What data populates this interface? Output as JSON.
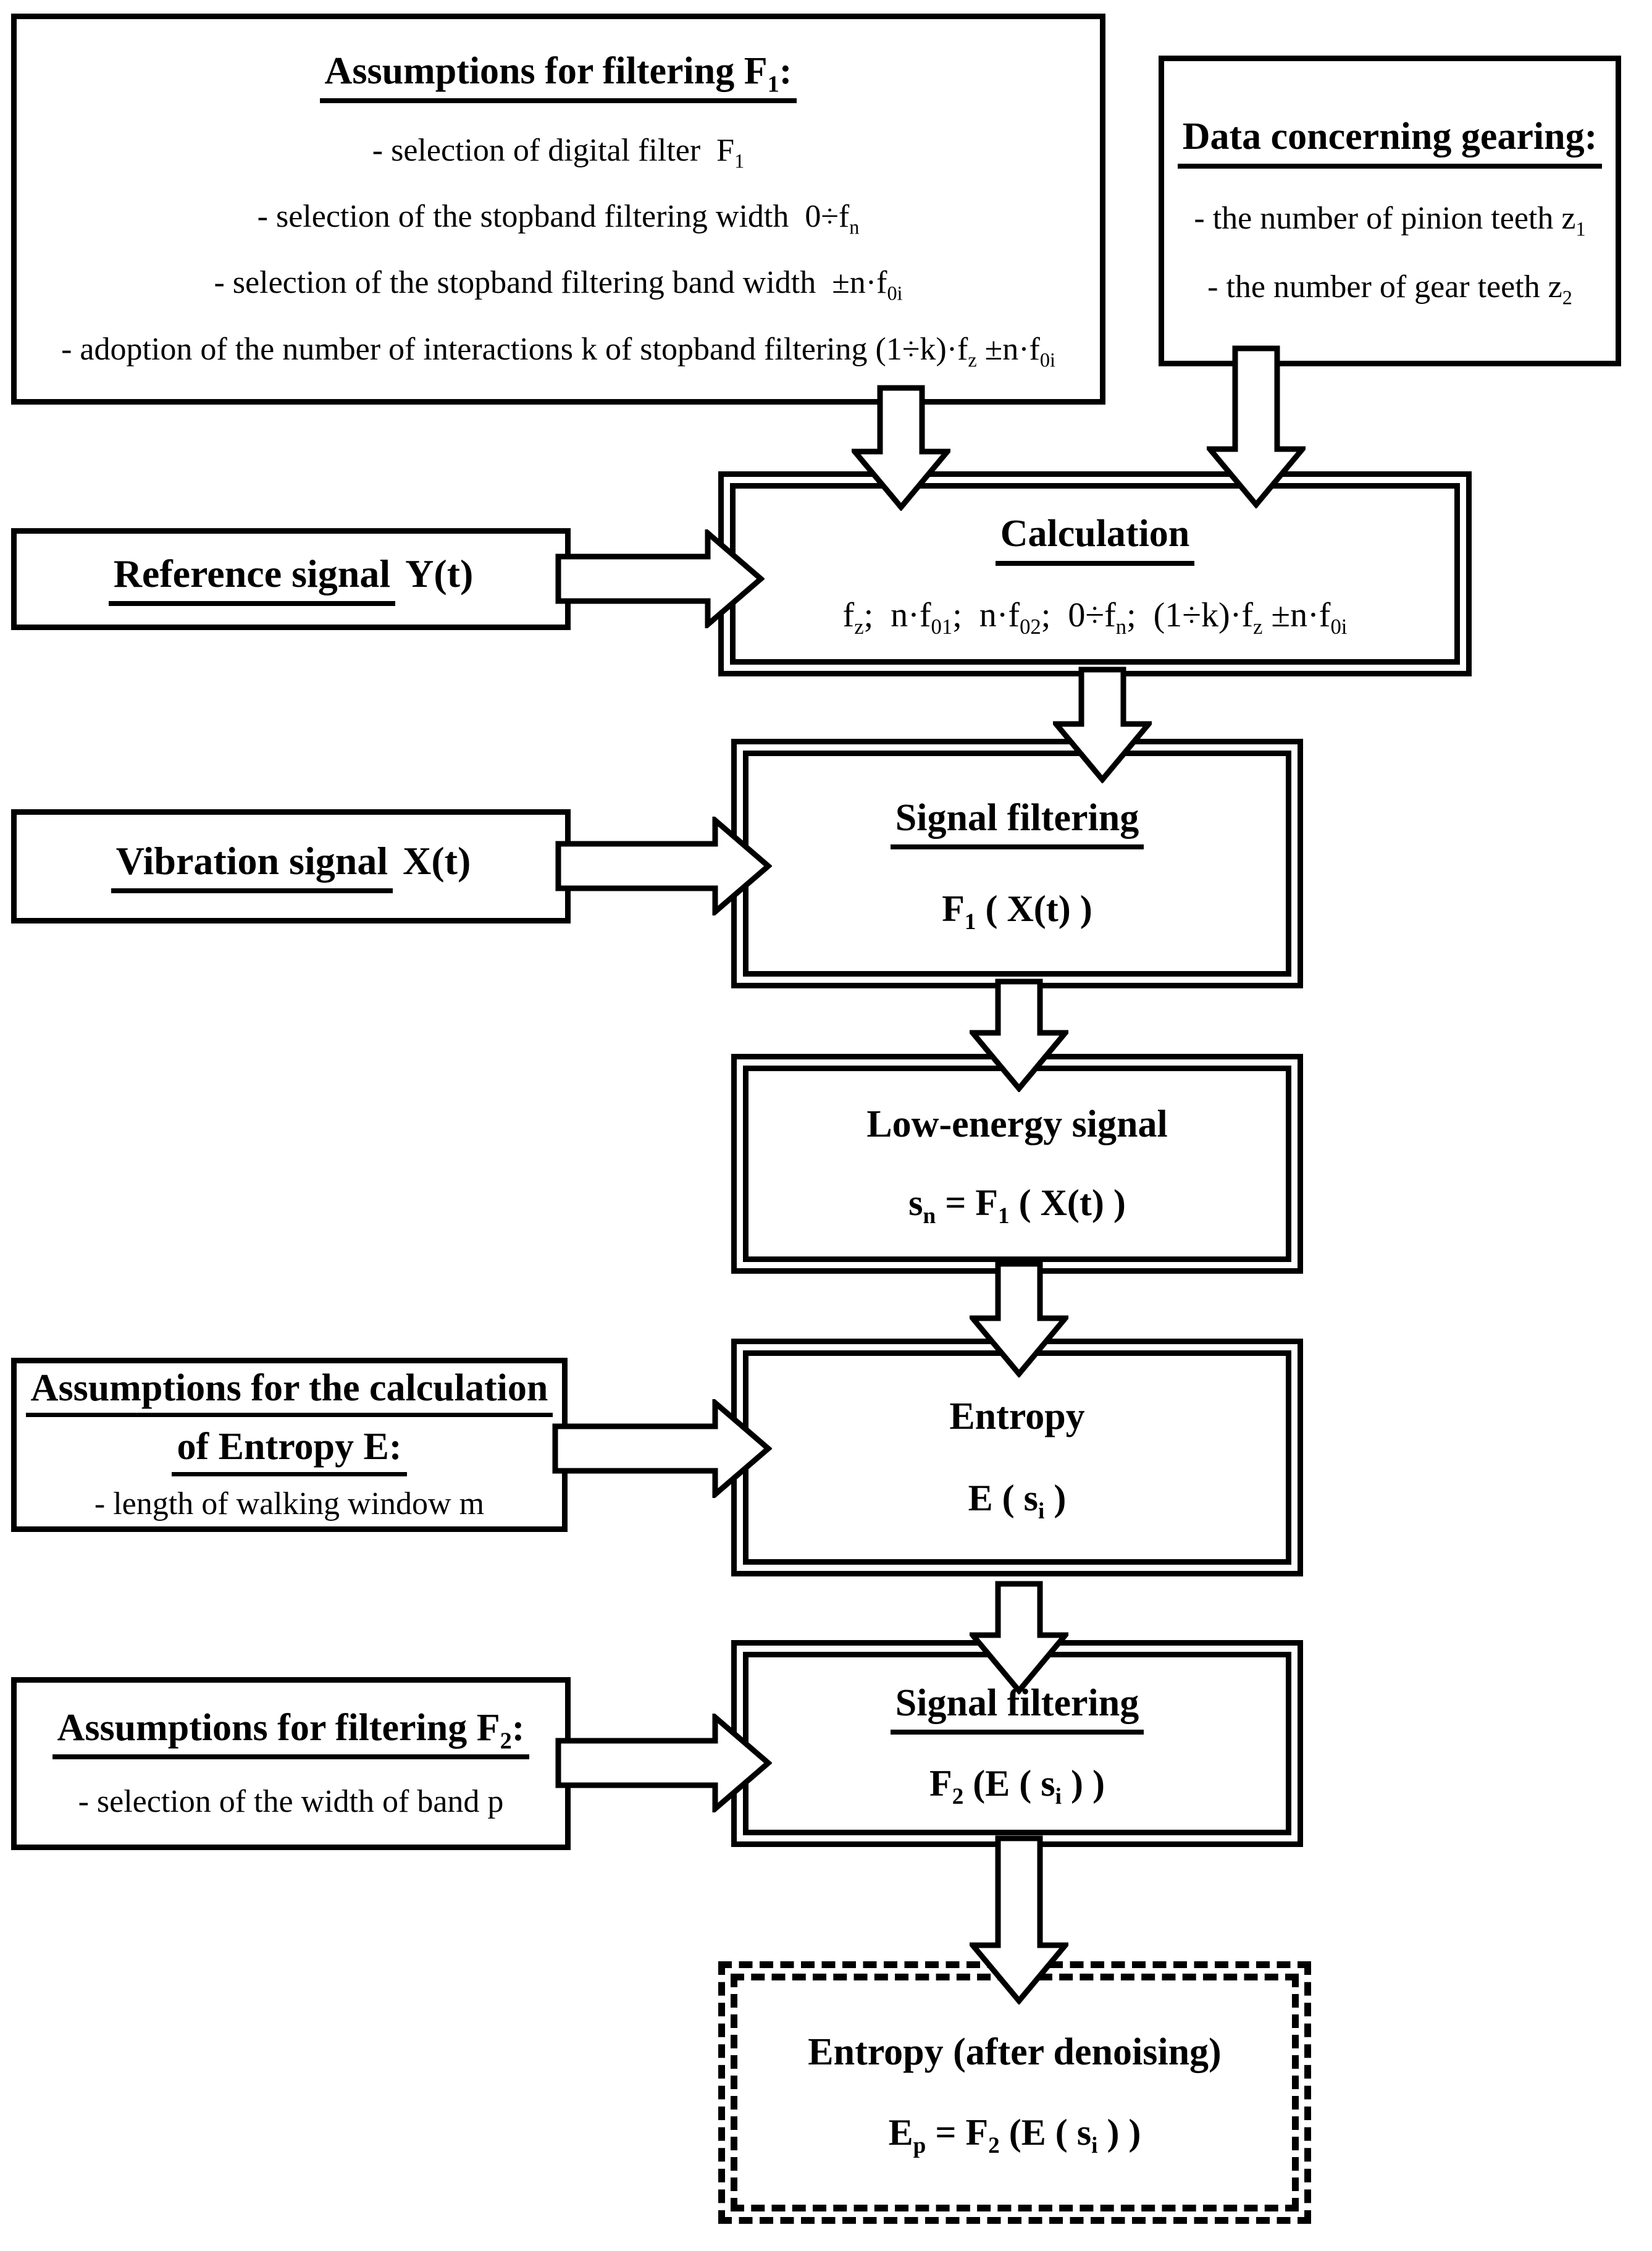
{
  "colors": {
    "ink": "#000000",
    "background": "#ffffff"
  },
  "boxes": {
    "assumptions_f1": {
      "title_html": "Assumptions for filtering F<sub>1</sub>:",
      "items_html": [
        "- selection of digital filter&nbsp; F<sub>1</sub>",
        "- selection of the stopband filtering width&nbsp; 0÷f<sub>n</sub>",
        "- selection of the stopband filtering band width&nbsp; ±n·f<sub>0i</sub>",
        "- adoption of the number of interactions k of stopband filtering (1÷k)·f<sub>z</sub> ±n·f<sub>0i</sub>"
      ]
    },
    "gearing_data": {
      "title_html": "Data concerning gearing:",
      "items_html": [
        "- the number of pinion teeth z<sub>1</sub>",
        "- the number of gear teeth z<sub>2</sub>"
      ]
    },
    "calculation": {
      "title_html": "Calculation",
      "formula_html": "f<sub>z</sub>;&nbsp; n·f<sub>01</sub>;&nbsp; n·f<sub>02</sub>;&nbsp; 0÷f<sub>n</sub>;&nbsp; (1÷k)·f<sub>z</sub> ±n·f<sub>0i</sub>"
    },
    "reference_signal": {
      "label_main_html": "Reference signal",
      "label_suffix_html": "&nbsp;Y(t)"
    },
    "vibration_signal": {
      "label_main_html": "Vibration signal",
      "label_suffix_html": "&nbsp;X(t)"
    },
    "signal_filtering_1": {
      "title_html": "Signal filtering",
      "formula_html": "F<sub>1</sub> ( X(t) )"
    },
    "low_energy_signal": {
      "title_html": "Low-energy signal",
      "formula_html": "s<sub>n</sub> = F<sub>1</sub> ( X(t) )"
    },
    "entropy_assumptions": {
      "title_line1_html": "Assumptions for the calculation",
      "title_line2_html": "of Entropy E:",
      "item_html": "- length of walking window m"
    },
    "entropy": {
      "title_html": "Entropy",
      "formula_html": "E ( s<sub>i</sub> )"
    },
    "f2_assumptions": {
      "title_html": "Assumptions for filtering F<sub>2</sub>:",
      "item_html": "- selection of the width of band p"
    },
    "signal_filtering_2": {
      "title_html": "Signal filtering",
      "formula_html": "F<sub>2</sub> (E ( s<sub>i</sub> ) )"
    },
    "entropy_denoised": {
      "title_html": "Entropy (after denoising)",
      "formula_html": "E<sub>p</sub> = F<sub>2</sub> (E ( s<sub>i</sub> ) )"
    }
  }
}
